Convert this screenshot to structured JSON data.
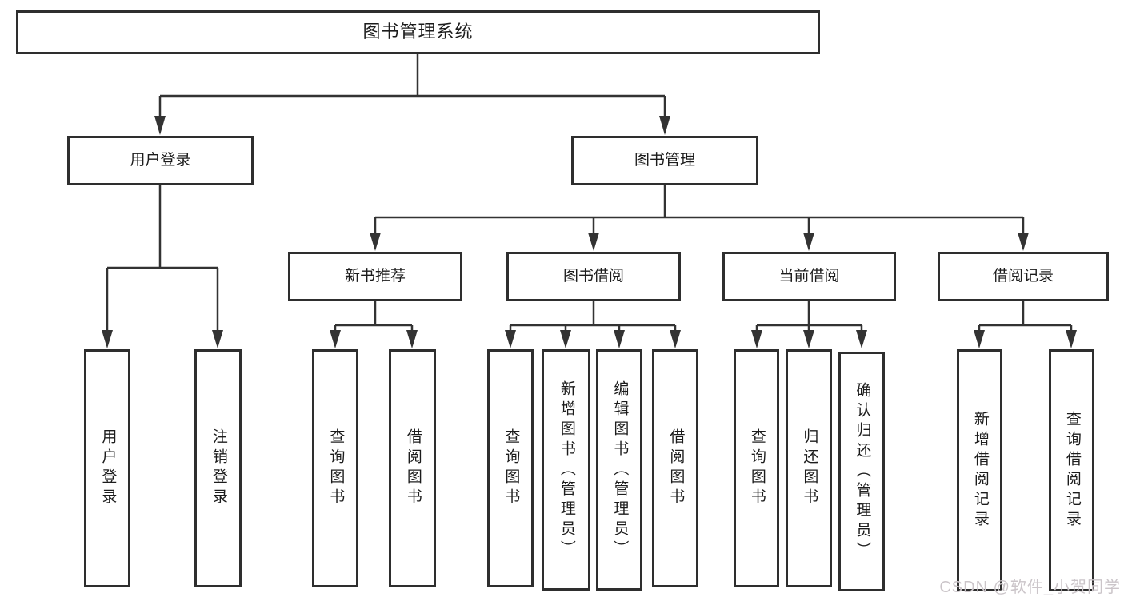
{
  "diagram": {
    "title_hint": "library-management-system-function-structure",
    "root": {
      "label": "图书管理系统"
    },
    "branches": [
      {
        "label": "用户登录",
        "children": [
          {
            "label": "用户登录"
          },
          {
            "label": "注销登录"
          }
        ]
      },
      {
        "label": "图书管理",
        "children": [
          {
            "label": "新书推荐",
            "children": [
              {
                "label": "查询图书"
              },
              {
                "label": "借阅图书"
              }
            ]
          },
          {
            "label": "图书借阅",
            "children": [
              {
                "label": "查询图书"
              },
              {
                "label": "新增图书（管理员）"
              },
              {
                "label": "编辑图书（管理员）"
              },
              {
                "label": "借阅图书"
              }
            ]
          },
          {
            "label": "当前借阅",
            "children": [
              {
                "label": "查询图书"
              },
              {
                "label": "归还图书"
              },
              {
                "label": "确认归还（管理员）"
              }
            ]
          },
          {
            "label": "借阅记录",
            "children": [
              {
                "label": "新增借阅记录"
              },
              {
                "label": "查询借阅记录"
              }
            ]
          }
        ]
      }
    ]
  },
  "watermark": {
    "text": "CSDN @软件_小贺同学"
  },
  "colors": {
    "line": "#333333",
    "box_border": "#2e2e2e",
    "box_fill": "#ffffff",
    "text": "#1c1c1c",
    "watermark": "#cbc5c9"
  }
}
